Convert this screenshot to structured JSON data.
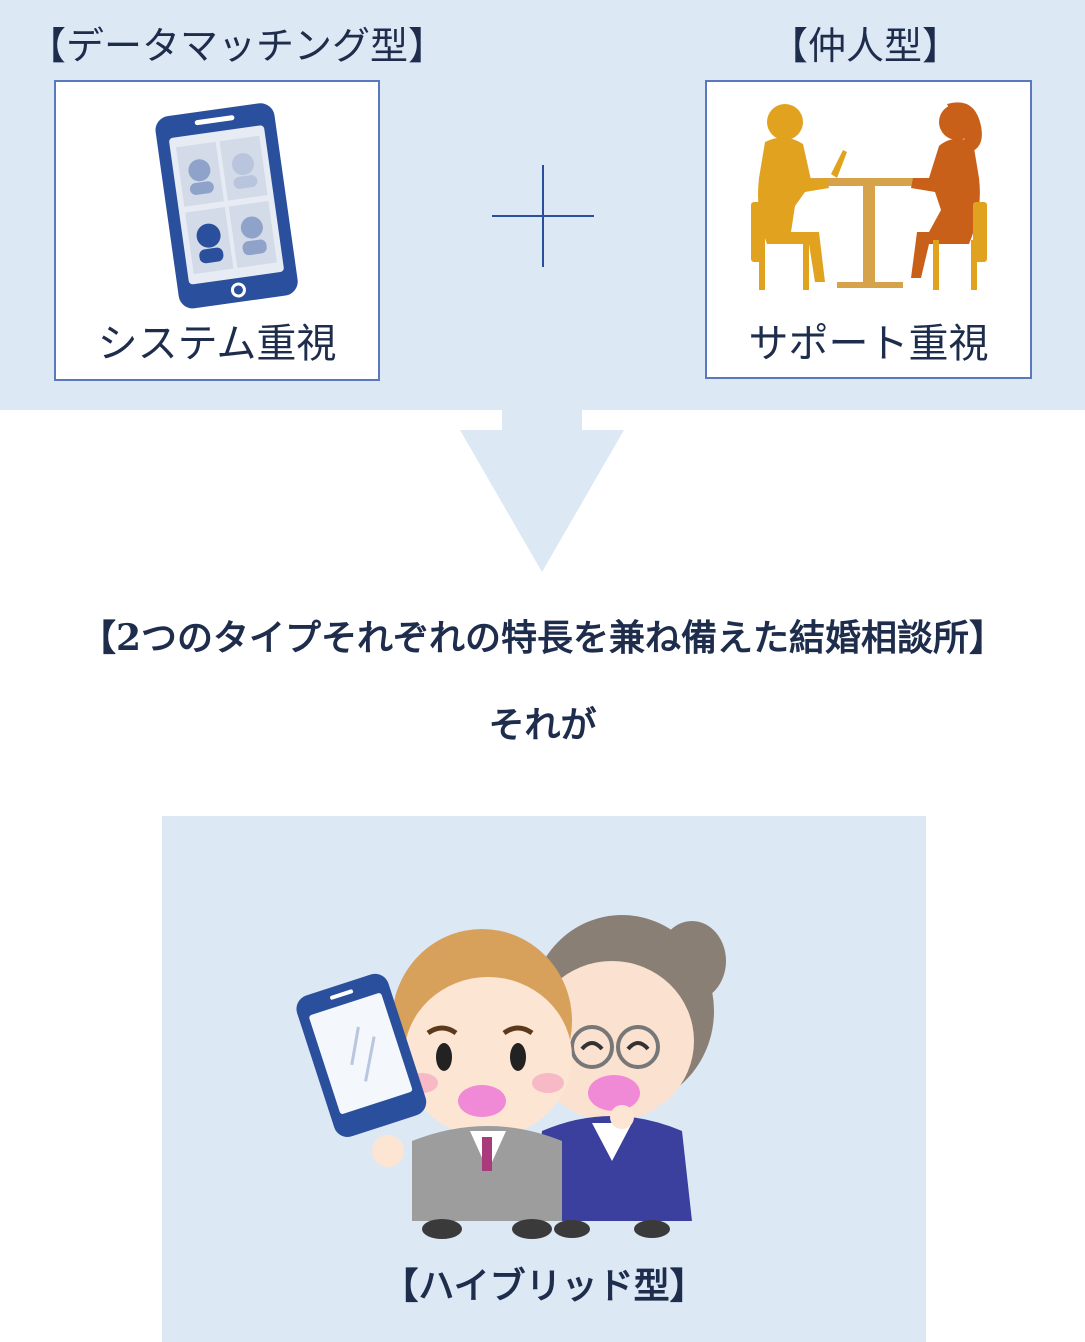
{
  "left_type": {
    "heading": "【データマッチング型】",
    "card_label": "システム重視",
    "icon": "smartphone-profiles-icon"
  },
  "right_type": {
    "heading": "【仲人型】",
    "card_label": "サポート重視",
    "icon": "consultation-silhouette-icon"
  },
  "connector": "plus-icon",
  "arrow": "down-arrow-icon",
  "statement": {
    "main": "【2つのタイプそれぞれの特長を兼ね備えた結婚相談所】",
    "sub": "それが"
  },
  "result": {
    "label": "【ハイブリッド型】",
    "icon": "couple-with-smartphone-icon"
  },
  "colors": {
    "band": "#dde8f5",
    "card_border": "#5a78bd",
    "phone": "#2a4f9c",
    "silhouette_left": "#e0a21f",
    "silhouette_right": "#c9601a",
    "text": "#1f2d4d"
  }
}
